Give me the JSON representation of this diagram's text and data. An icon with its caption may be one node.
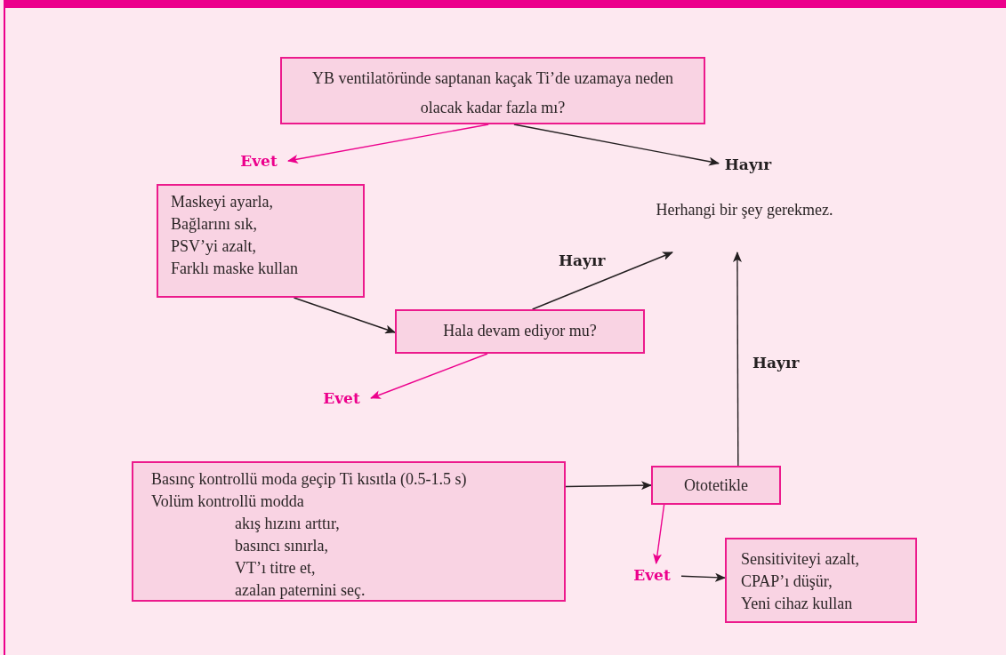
{
  "diagram": {
    "nodes": [
      {
        "text": [
          "YB ventilatöründe saptanan kaçak Ti’de uzamaya neden olacak kadar fazla mı?"
        ]
      },
      {
        "text": [
          "Evet"
        ]
      },
      {
        "text": [
          "Hayır"
        ]
      },
      {
        "text": [
          "Herhangi bir şey gerekmez."
        ]
      },
      {
        "text": [
          "Maskeyi ayarla,",
          "Bağlarını sık,",
          "PSV’yi azalt,",
          "Farklı maske kullan"
        ]
      },
      {
        "text": [
          "Hala devam ediyor mu?"
        ]
      },
      {
        "text": [
          "Evet"
        ]
      },
      {
        "text": [
          "Basınç kontrollü moda geçip Ti kısıtla (0.5-1.5 s)",
          "Volüm kontrollü modda",
          "akış hızını arttır,",
          "basıncı sınırla,",
          "VT’ı titre et,",
          "azalan paternini seç."
        ]
      },
      {
        "text": [
          "Ototetikle"
        ]
      },
      {
        "text": [
          "Evet"
        ]
      },
      {
        "text": [
          "Sensitiviteyi azalt,",
          "CPAP’ı düşür,",
          "Yeni cihaz kullan"
        ]
      }
    ],
    "edges": [
      {
        "from": 0,
        "to": 1,
        "arrow": "to",
        "color": "#ec008c"
      },
      {
        "from": 0,
        "to": 2,
        "arrow": "to"
      },
      {
        "from": 4,
        "to": 5,
        "arrow": "to"
      },
      {
        "from": 5,
        "to": 3,
        "arrow": "to",
        "label": "Hayır"
      },
      {
        "from": 5,
        "to": 6,
        "arrow": "to",
        "color": "#ec008c"
      },
      {
        "from": 7,
        "to": 8,
        "arrow": "to"
      },
      {
        "from": 8,
        "to": 3,
        "arrow": "to",
        "label": "Hayır"
      },
      {
        "from": 8,
        "to": 9,
        "arrow": "to",
        "color": "#ec008c"
      },
      {
        "from": 9,
        "to": 10,
        "arrow": "to"
      }
    ]
  }
}
